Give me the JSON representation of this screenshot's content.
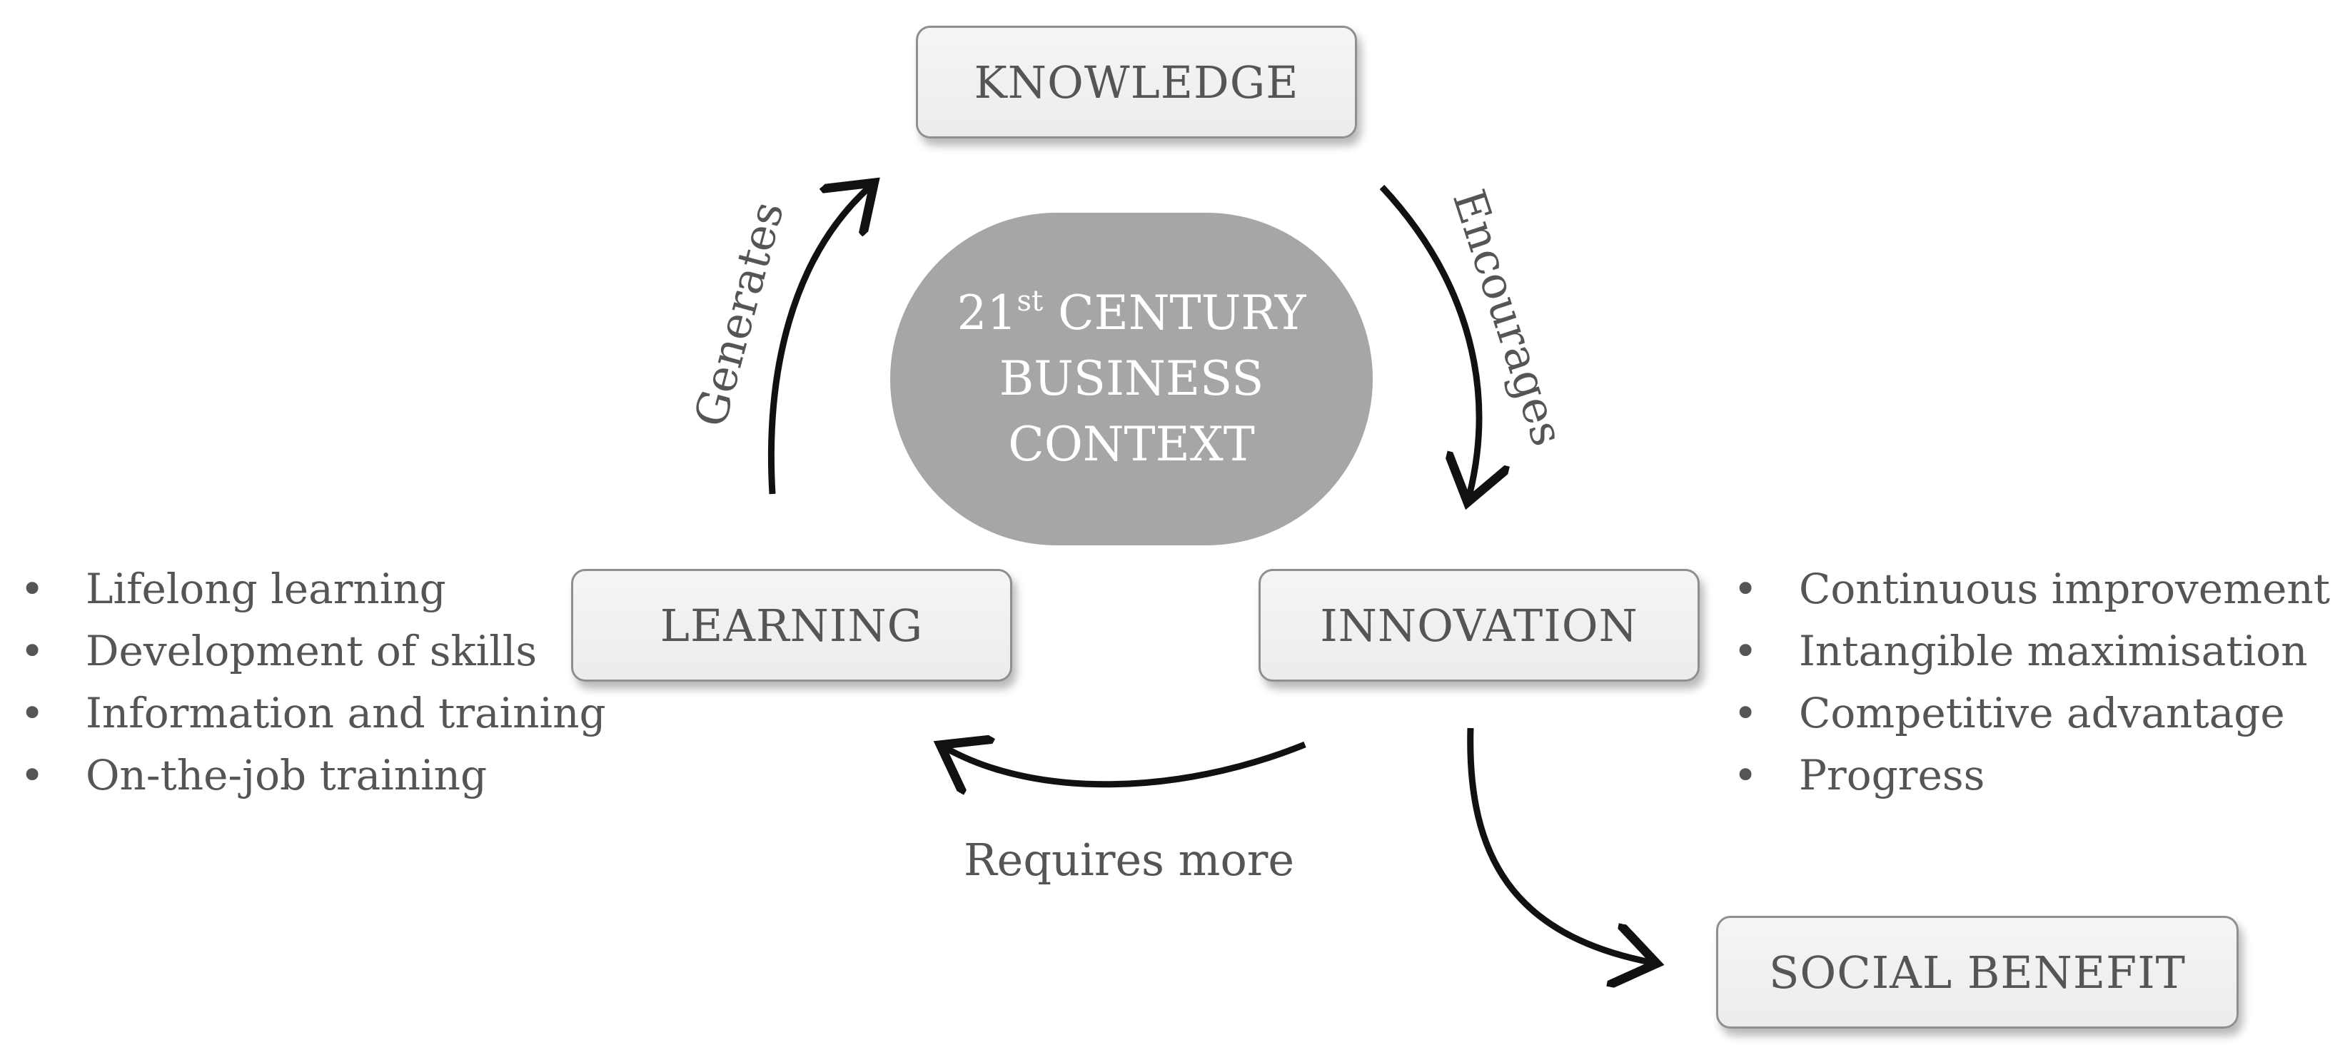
{
  "nodes": {
    "knowledge": "KNOWLEDGE",
    "learning": "LEARNING",
    "innovation": "INNOVATION",
    "social_benefit": "SOCIAL BENEFIT"
  },
  "center": {
    "line1_prefix": "21",
    "line1_sup": "st",
    "line1_suffix": " CENTURY",
    "line2": "BUSINESS",
    "line3": "CONTEXT"
  },
  "arrow_labels": {
    "generates": "Generates",
    "encourages": "Encourages",
    "requires_more": "Requires more"
  },
  "learning_list": [
    "Lifelong learning",
    "Development of skills",
    "Information and training",
    "On-the-job training"
  ],
  "innovation_list": [
    "Continuous improvement",
    "Intangible maximisation",
    "Competitive advantage",
    "Progress"
  ]
}
